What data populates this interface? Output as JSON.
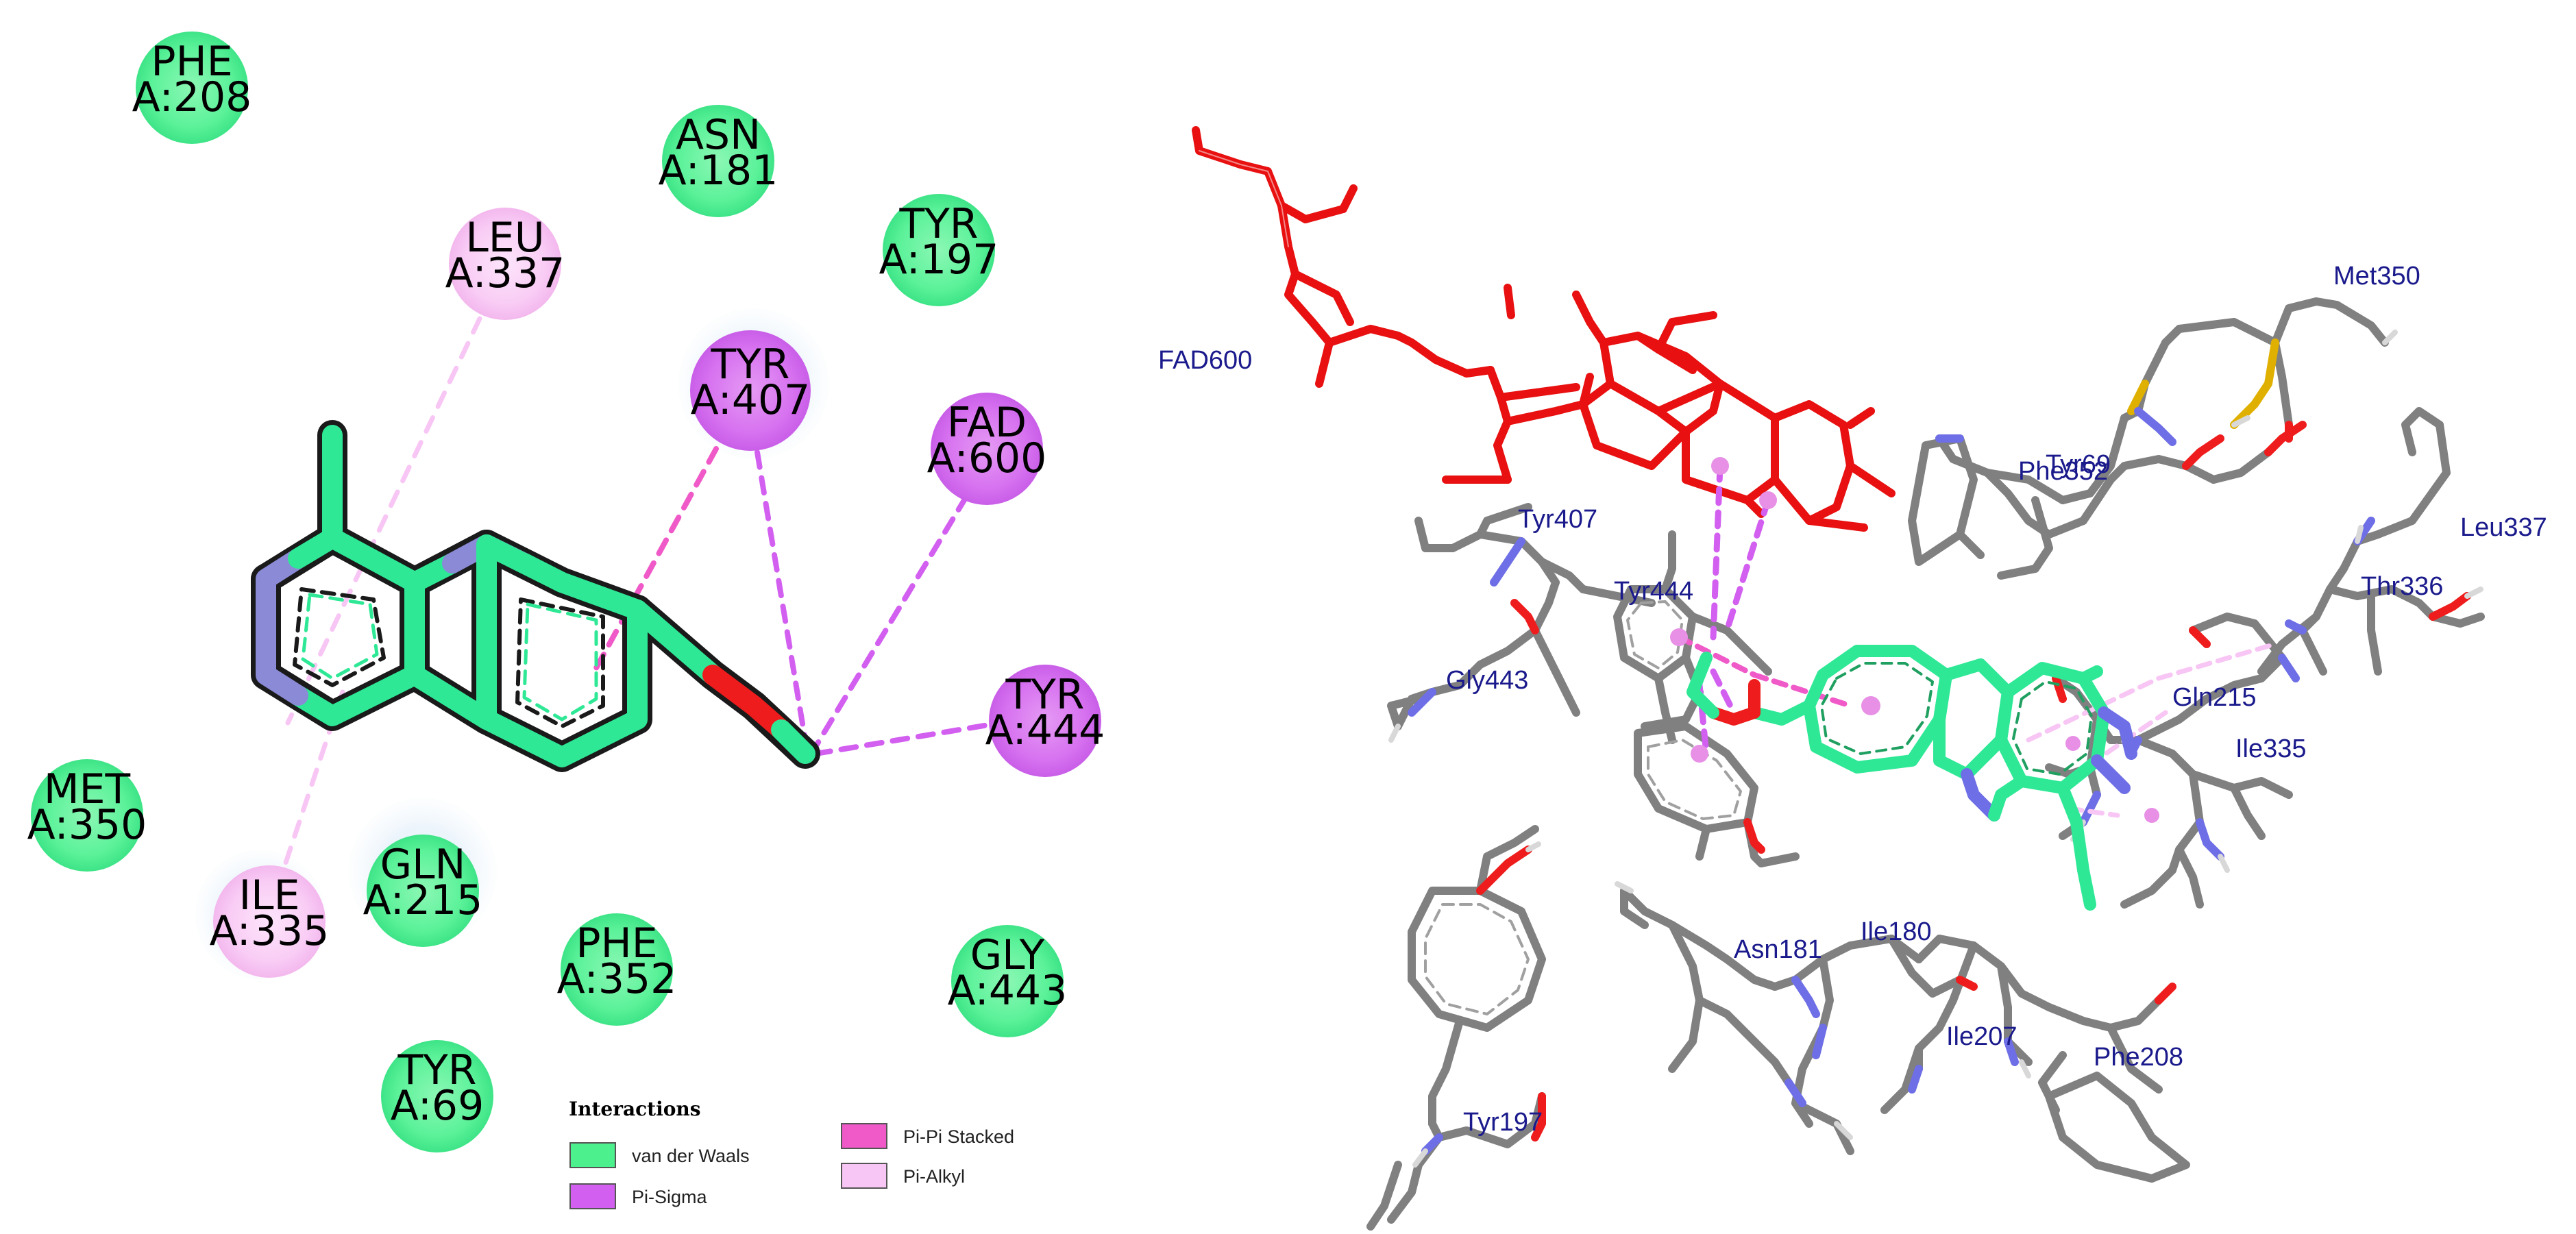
{
  "residues_2d": [
    {
      "name": "PHE",
      "id": "A:208",
      "type": "vdw"
    },
    {
      "name": "ASN",
      "id": "A:181",
      "type": "vdw"
    },
    {
      "name": "TYR",
      "id": "A:197",
      "type": "vdw"
    },
    {
      "name": "LEU",
      "id": "A:337",
      "type": "alkyl"
    },
    {
      "name": "TYR",
      "id": "A:407",
      "type": "sigma"
    },
    {
      "name": "FAD",
      "id": "A:600",
      "type": "sigma"
    },
    {
      "name": "TYR",
      "id": "A:444",
      "type": "sigma"
    },
    {
      "name": "MET",
      "id": "A:350",
      "type": "vdw"
    },
    {
      "name": "GLN",
      "id": "A:215",
      "type": "vdw"
    },
    {
      "name": "ILE",
      "id": "A:335",
      "type": "alkyl"
    },
    {
      "name": "PHE",
      "id": "A:352",
      "type": "vdw"
    },
    {
      "name": "GLY",
      "id": "A:443",
      "type": "vdw"
    },
    {
      "name": "TYR",
      "id": "A:69",
      "type": "vdw"
    }
  ],
  "legend": {
    "title": "Interactions",
    "items": [
      {
        "label": "van der Waals",
        "color": "#4cf08c"
      },
      {
        "label": "Pi-Sigma",
        "color": "#d25ff0"
      },
      {
        "label": "Pi-Pi Stacked",
        "color": "#f05ac8"
      },
      {
        "label": "Pi-Alkyl",
        "color": "#f8c6f4"
      }
    ]
  },
  "labels_3d": [
    "FAD600",
    "Met350",
    "Tyr69",
    "Phe352",
    "Leu337",
    "Thr336",
    "Tyr407",
    "Tyr444",
    "Gly443",
    "Gln215",
    "Ile335",
    "Asn181",
    "Ile180",
    "Ile207",
    "Phe208",
    "Tyr197"
  ],
  "colors": {
    "vdw": "#4cf08c",
    "sigma": "#d25ff0",
    "stacked": "#f05ac8",
    "alkyl": "#f8c6f4",
    "ligand": "#2ee896",
    "nitrogen": "#8a8ad6",
    "oxygen": "#ee1c1c",
    "fad": "#e81010",
    "carbon": "#808080",
    "sulfur": "#e0b000",
    "label": "#1a1a8c"
  }
}
